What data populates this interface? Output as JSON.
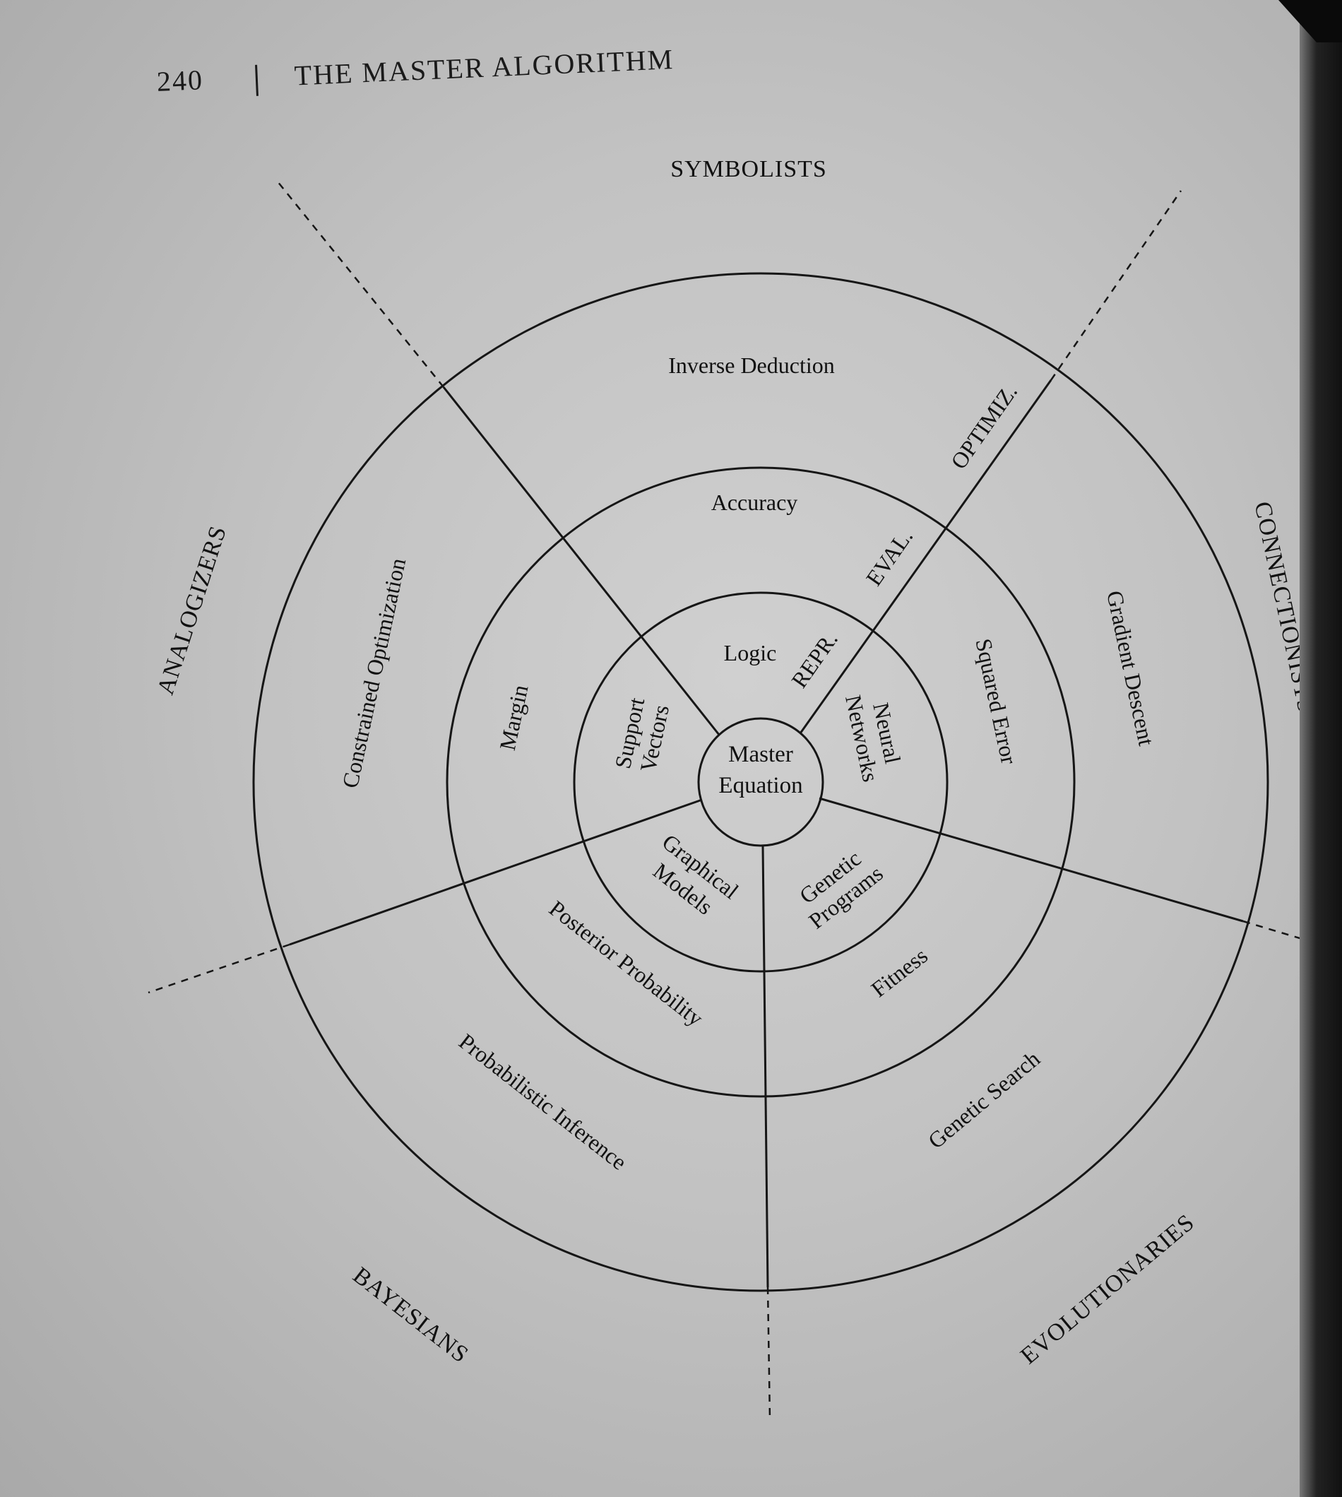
{
  "header": {
    "page_number": "240",
    "book_title": "THE MASTER ALGORITHM"
  },
  "figure": {
    "center": [
      "Master",
      "Equation"
    ],
    "tribes": {
      "symbolists": "SYMBOLISTS",
      "connectionists": "CONNECTIONISTS",
      "evolutionaries": "EVOLUTIONARIES",
      "bayesians": "BAYESIANS",
      "analogizers": "ANALOGIZERS"
    },
    "axis_labels": {
      "representation": "REPR.",
      "evaluation": "EVAL.",
      "optimization": "OPTIMIZ."
    },
    "representation": {
      "symbolists": "Logic",
      "connectionists": [
        "Neural",
        "Networks"
      ],
      "evolutionaries": [
        "Genetic",
        "Programs"
      ],
      "bayesians": [
        "Graphical",
        "Models"
      ],
      "analogizers": [
        "Support",
        "Vectors"
      ]
    },
    "evaluation": {
      "symbolists": "Accuracy",
      "connectionists": "Squared Error",
      "evolutionaries": "Fitness",
      "bayesians": "Posterior Probability",
      "analogizers": "Margin"
    },
    "optimization": {
      "symbolists": "Inverse Deduction",
      "connectionists": "Gradient Descent",
      "evolutionaries": "Genetic Search",
      "bayesians": "Probabilistic Inference",
      "analogizers": "Constrained Optimization"
    }
  }
}
